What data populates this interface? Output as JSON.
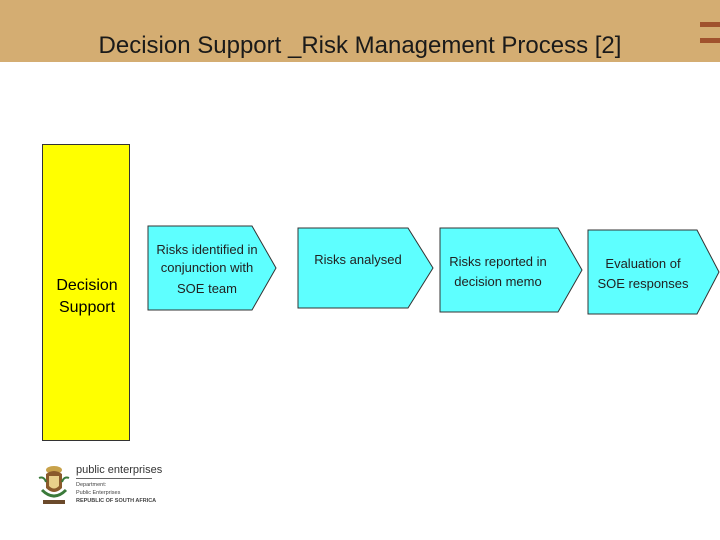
{
  "title": "Decision Support _Risk Management Process [2]",
  "lane": {
    "label": "Decision Support"
  },
  "steps": [
    {
      "lines": [
        "Risks identified in",
        "conjunction with",
        "SOE team"
      ]
    },
    {
      "lines": [
        "Risks analysed"
      ]
    },
    {
      "lines": [
        "Risks reported in",
        "decision memo"
      ]
    },
    {
      "lines": [
        "Evaluation of",
        "SOE responses"
      ]
    }
  ],
  "logo": {
    "name": "public enterprises",
    "department": "Department:",
    "ministry": "Public Enterprises",
    "country": "REPUBLIC OF SOUTH AFRICA"
  },
  "colors": {
    "header": "#d4ad72",
    "lane_fill": "#ffff00",
    "step_fill": "#5effff",
    "accent": "#a0522d"
  }
}
